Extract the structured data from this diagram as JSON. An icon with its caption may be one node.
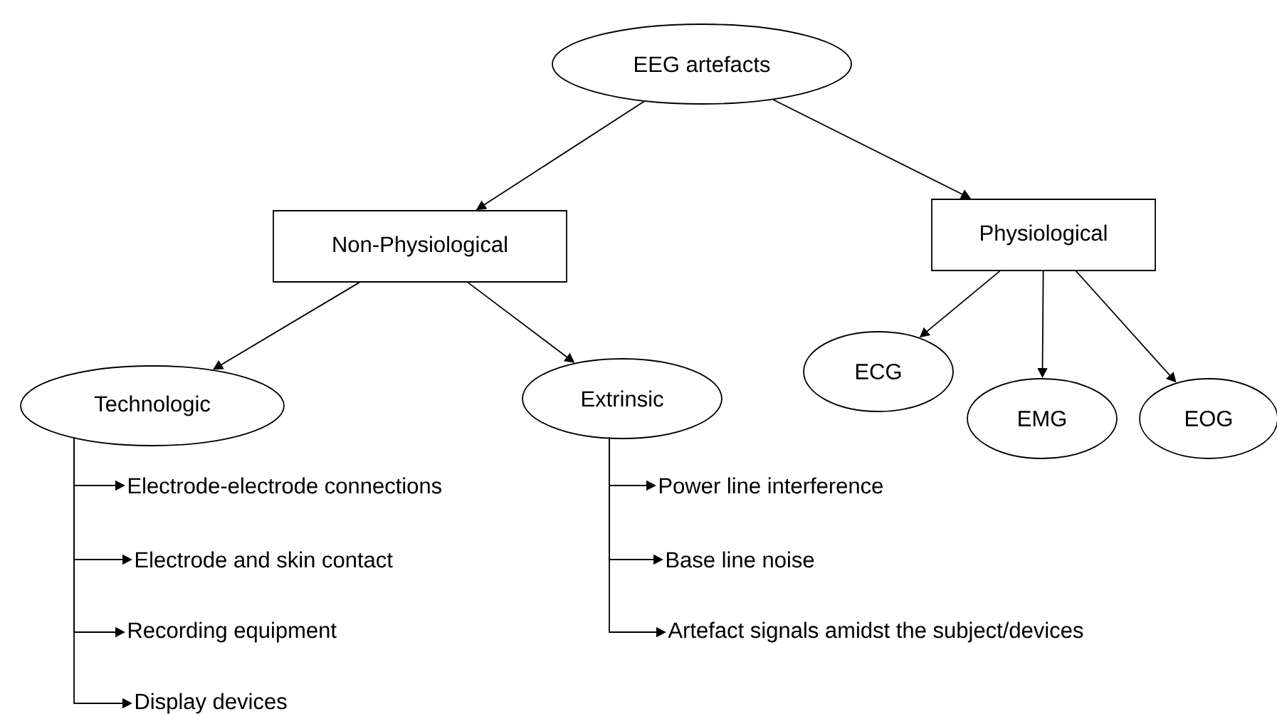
{
  "diagram": {
    "nodes": [
      {
        "text": [
          "EEG artefacts"
        ]
      },
      {
        "text": [
          "Non-Physiological"
        ]
      },
      {
        "text": [
          "Physiological"
        ]
      },
      {
        "text": [
          "Technologic"
        ]
      },
      {
        "text": [
          "Extrinsic"
        ]
      },
      {
        "text": [
          "ECG"
        ]
      },
      {
        "text": [
          "EMG"
        ]
      },
      {
        "text": [
          "EOG"
        ]
      },
      {
        "text": [
          "Electrode-electrode connections"
        ]
      },
      {
        "text": [
          "Electrode and skin contact"
        ]
      },
      {
        "text": [
          "Recording equipment"
        ]
      },
      {
        "text": [
          "Display devices"
        ]
      },
      {
        "text": [
          "Power line interference"
        ]
      },
      {
        "text": [
          "Base line noise"
        ]
      },
      {
        "text": [
          "Artefact signals amidst the subject/devices"
        ]
      }
    ],
    "edges": [
      {
        "from": 0,
        "to": 1,
        "arrow": "to"
      },
      {
        "from": 0,
        "to": 2,
        "arrow": "to"
      },
      {
        "from": 1,
        "to": 3,
        "arrow": "to"
      },
      {
        "from": 1,
        "to": 4,
        "arrow": "to"
      },
      {
        "from": 2,
        "to": 5,
        "arrow": "to"
      },
      {
        "from": 2,
        "to": 6,
        "arrow": "to"
      },
      {
        "from": 2,
        "to": 7,
        "arrow": "to"
      },
      {
        "from": 3,
        "to": 8,
        "arrow": "to"
      },
      {
        "from": 3,
        "to": 9,
        "arrow": "to"
      },
      {
        "from": 3,
        "to": 10,
        "arrow": "to"
      },
      {
        "from": 3,
        "to": 11,
        "arrow": "to"
      },
      {
        "from": 4,
        "to": 12,
        "arrow": "to"
      },
      {
        "from": 4,
        "to": 13,
        "arrow": "to"
      },
      {
        "from": 4,
        "to": 14,
        "arrow": "to"
      }
    ]
  }
}
